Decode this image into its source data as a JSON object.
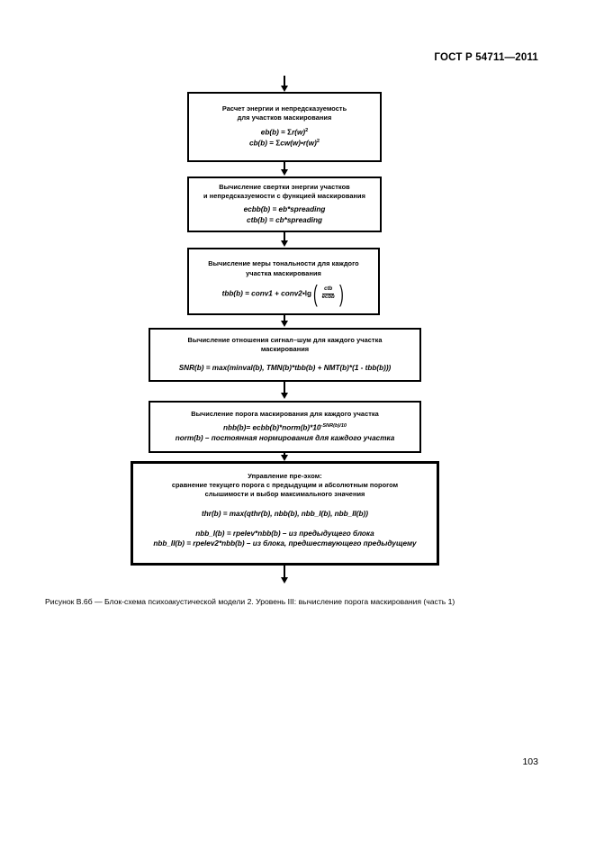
{
  "header": {
    "standard_title": "ГОСТ Р 54711—2011"
  },
  "folio": {
    "page_number": "103"
  },
  "caption": {
    "text": "Рисунок В.6б — Блок-схема психоакустической модели 2. Уровень III: вычисление порога маскирования (часть 1)"
  },
  "flowchart": {
    "nodes": [
      {
        "id": "energy-unpredictability",
        "title_lines": [
          "Расчет энергии и непредсказуемость",
          "для участков маскирования"
        ],
        "formulas": [
          "eb(b) = Σ r(w)2",
          "cb(b) = Σ cw(w)•r(w)2"
        ],
        "formula_parts": {
          "line1_lhs": "eb(b)",
          "line1_eq": "=",
          "line1_sum": "Σ",
          "line1_body": "r(w)",
          "line1_sup": "2",
          "line2_lhs": "cb(b)",
          "line2_eq": "=",
          "line2_sum": "Σ",
          "line2_body": "cw(w)•r(w)",
          "line2_sup": "2"
        }
      },
      {
        "id": "convolution-spreading",
        "title_lines": [
          "Вычисление свертки энергии участков",
          "и непредсказуемости с функцией маскирования"
        ],
        "formulas": [
          "ecbb(b)  = eb*spreading",
          "ctb(b) = cb*spreading"
        ],
        "formula_parts": {
          "line1_lhs": "ecbb(b)",
          "line1_rhs": "= eb*spreading",
          "line2_lhs": "ctb(b)",
          "line2_rhs": "= cb*spreading"
        }
      },
      {
        "id": "tonality-measure",
        "title_lines": [
          "Вычисление меры тональности для каждого",
          "участка маскирования"
        ],
        "formula_parts": {
          "lhs": "tbb(b) = conv1 + conv2•",
          "log_op": "lg",
          "fraction_numerator": "ctb",
          "fraction_denominator": "ecbb"
        }
      },
      {
        "id": "signal-to-noise-ratio",
        "title_lines": [
          "Вычисление отношения сигнал–шум для каждого участка",
          "маскирования"
        ],
        "formulas": [
          "SNR(b) = max(minval(b), TMN(b)*tbb(b) + NMT(b)*(1 - tbb(b)))"
        ]
      },
      {
        "id": "masking-threshold",
        "title_lines": [
          "Вычисление порога маскирования для каждого участка"
        ],
        "formula_parts": {
          "main_lhs": "nbb(b)",
          "main_rhs": "= ecbb(b)*norm(b)*10",
          "main_exponent": "-SNR(b)/10"
        },
        "note": "norm(b) – постоянная нормирования для каждого участка"
      },
      {
        "id": "pre-echo-control",
        "title_lines": [
          "Управление пре-эхом:",
          "сравнение текущего порога с предыдущим и абсолютным порогом",
          "слышимости и выбор максимального значения"
        ],
        "formulas": [
          "thr(b) = max(qthr(b), nbb(b), nbb_I(b), nbb_II(b))",
          "nbb_I(b) = rpelev*nbb(b) – из предыдущего блока",
          "nbb_II(b) = rpelev2*nbb(b) – из блока, предшествующего предыдущему"
        ],
        "formula_parts": {
          "thr_lhs": "thr(b)",
          "thr_rhs": "= max(qthr(b), nbb(b), nbb_I(b), nbb_II(b))",
          "nbb1_lhs": "nbb_I(b)",
          "nbb1_rhs": "= rpelev*nbb(b)",
          "nbb1_note": " – из предыдущего блока",
          "nbb2_lhs": "nbb_II(b)",
          "nbb2_rhs": "= rpelev2*nbb(b)",
          "nbb2_note": " – из блока, предшествующего предыдущему"
        }
      }
    ],
    "connectors": [
      {
        "id": "entry-arrow",
        "from": "above-page",
        "to": "energy-unpredictability"
      },
      {
        "id": "arrow-1-2",
        "from": "energy-unpredictability",
        "to": "convolution-spreading"
      },
      {
        "id": "arrow-2-3",
        "from": "convolution-spreading",
        "to": "tonality-measure"
      },
      {
        "id": "arrow-3-4",
        "from": "tonality-measure",
        "to": "signal-to-noise-ratio"
      },
      {
        "id": "arrow-4-5",
        "from": "signal-to-noise-ratio",
        "to": "masking-threshold"
      },
      {
        "id": "arrow-5-6",
        "from": "masking-threshold",
        "to": "pre-echo-control"
      },
      {
        "id": "exit-arrow",
        "from": "pre-echo-control",
        "to": "below-page"
      }
    ]
  }
}
